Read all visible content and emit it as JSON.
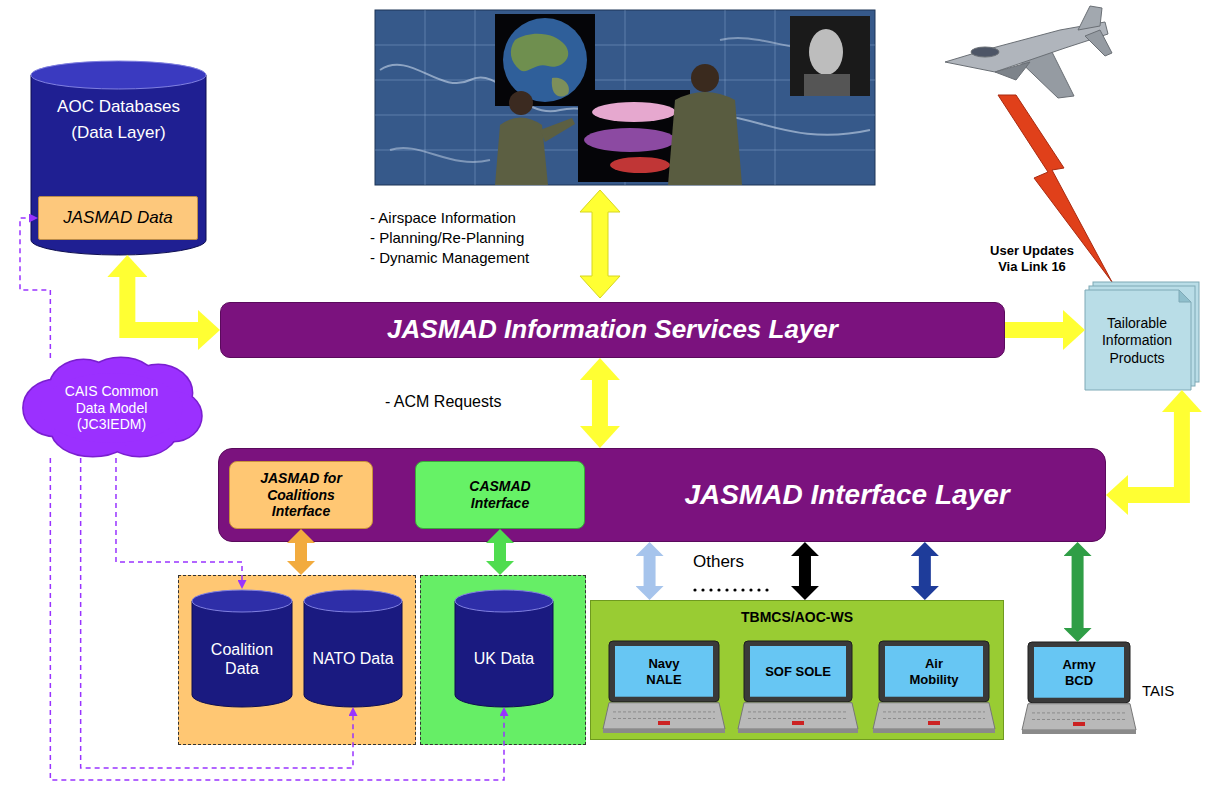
{
  "diagram": {
    "nodes": [
      {
        "text": [
          "AOC Databases (Data Layer)"
        ]
      },
      {
        "text": [
          "JASMAD Data"
        ],
        "in": 0
      },
      {
        "text": [
          "JASMAD Information Services Layer"
        ]
      },
      {
        "text": [
          "Tailorable Information Products"
        ]
      },
      {
        "text": [
          "CAIS Common Data Model (JC3IEDM)"
        ]
      },
      {
        "text": [
          "JASMAD Interface Layer"
        ]
      },
      {
        "text": [
          "JASMAD for Coalitions Interface"
        ],
        "in": 5
      },
      {
        "text": [
          "CASMAD Interface"
        ],
        "in": 5
      },
      {
        "text": []
      },
      {
        "text": [
          "Coalition Data"
        ],
        "in": 8
      },
      {
        "text": [
          "NATO Data"
        ],
        "in": 8
      },
      {
        "text": []
      },
      {
        "text": [
          "UK Data"
        ],
        "in": 11
      },
      {
        "text": [
          "TBMCS/AOC-WS"
        ]
      },
      {
        "text": [
          "Navy NALE"
        ],
        "in": 13
      },
      {
        "text": [
          "SOF SOLE"
        ],
        "in": 13
      },
      {
        "text": [
          "Air Mobility"
        ],
        "in": 13
      },
      {
        "text": [
          "Army BCD"
        ]
      }
    ],
    "edges": [
      {
        "from": 0,
        "to": 2,
        "arrow": "both"
      },
      {
        "from": 2,
        "to": 3,
        "arrow": "to"
      },
      {
        "from": 2,
        "to": 5,
        "arrow": "both",
        "label": "- ACM Requests"
      },
      {
        "from": 3,
        "to": 5,
        "arrow": "both"
      },
      {
        "from": 6,
        "to": 8,
        "arrow": "both"
      },
      {
        "from": 7,
        "to": 11,
        "arrow": "both"
      },
      {
        "from": 5,
        "to": 13,
        "arrow": "both"
      },
      {
        "from": 5,
        "to": 13,
        "arrow": "both"
      },
      {
        "from": 5,
        "to": 13,
        "arrow": "both"
      },
      {
        "from": 5,
        "to": 17,
        "arrow": "both"
      },
      {
        "from": 4,
        "to": 1,
        "arrow": "to"
      },
      {
        "from": 4,
        "to": 9,
        "arrow": "to"
      },
      {
        "from": 4,
        "to": 10,
        "arrow": "to"
      },
      {
        "from": 4,
        "to": 12,
        "arrow": "to"
      }
    ],
    "labels": [
      "- Airspace Information",
      "- Planning/Re-Planning",
      "- Dynamic Management",
      "User Updates Via Link 16",
      "Others",
      "TAIS"
    ]
  }
}
